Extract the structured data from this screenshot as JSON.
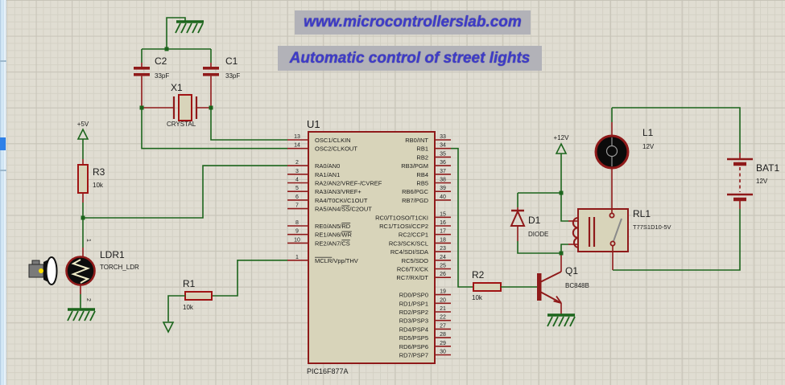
{
  "titles": {
    "site": "www.microcontrollerslab.com",
    "caption": "Automatic control of street lights"
  },
  "colors": {
    "wire_green": "#1c651c",
    "component_red": "#8f1a1a",
    "chip_fill": "#d8d4ba",
    "grid_bg": "#e0ddd2",
    "title_blue": "#3e3bc8",
    "title_bg": "#b2b2b8",
    "selection_blue": "#2f81e8"
  },
  "power_rails": {
    "v5": "+5V",
    "v12": "+12V"
  },
  "components": {
    "u1": {
      "ref": "U1",
      "part": "PIC16F877A",
      "left_pins": [
        {
          "n": "13",
          "label": "OSC1/CLKIN",
          "row": 0
        },
        {
          "n": "14",
          "label": "OSC2/CLKOUT",
          "row": 1
        },
        {
          "n": "2",
          "label": "RA0/AN0",
          "row": 3
        },
        {
          "n": "3",
          "label": "RA1/AN1",
          "row": 4
        },
        {
          "n": "4",
          "label": "RA2/AN2/VREF-/CVREF",
          "row": 5
        },
        {
          "n": "5",
          "label": "RA3/AN3/VREF+",
          "row": 6
        },
        {
          "n": "6",
          "label": "RA4/T0CKI/C1OUT",
          "row": 7
        },
        {
          "n": "7",
          "label": "RA5/AN4/~SS~/C2OUT",
          "row": 8
        },
        {
          "n": "8",
          "label": "RE0/AN5/~RD~",
          "row": 10
        },
        {
          "n": "9",
          "label": "RE1/AN6/~WR~",
          "row": 11
        },
        {
          "n": "10",
          "label": "RE2/AN7/~CS~",
          "row": 12
        },
        {
          "n": "1",
          "label": "~MCLR~/Vpp/THV",
          "row": 14
        }
      ],
      "right_pins": [
        {
          "n": "33",
          "label": "RB0/INT",
          "row": 0
        },
        {
          "n": "34",
          "label": "RB1",
          "row": 1
        },
        {
          "n": "35",
          "label": "RB2",
          "row": 2
        },
        {
          "n": "36",
          "label": "RB3/PGM",
          "row": 3
        },
        {
          "n": "37",
          "label": "RB4",
          "row": 4
        },
        {
          "n": "38",
          "label": "RB5",
          "row": 5
        },
        {
          "n": "39",
          "label": "RB6/PGC",
          "row": 6
        },
        {
          "n": "40",
          "label": "RB7/PGD",
          "row": 7
        },
        {
          "n": "15",
          "label": "RC0/T1OSO/T1CKI",
          "row": 9
        },
        {
          "n": "16",
          "label": "RC1/T1OSI/CCP2",
          "row": 10
        },
        {
          "n": "17",
          "label": "RC2/CCP1",
          "row": 11
        },
        {
          "n": "18",
          "label": "RC3/SCK/SCL",
          "row": 12
        },
        {
          "n": "23",
          "label": "RC4/SDI/SDA",
          "row": 13
        },
        {
          "n": "24",
          "label": "RC5/SDO",
          "row": 14
        },
        {
          "n": "25",
          "label": "RC6/TX/CK",
          "row": 15
        },
        {
          "n": "26",
          "label": "RC7/RX/DT",
          "row": 16
        },
        {
          "n": "19",
          "label": "RD0/PSP0",
          "row": 18
        },
        {
          "n": "20",
          "label": "RD1/PSP1",
          "row": 19
        },
        {
          "n": "21",
          "label": "RD2/PSP2",
          "row": 20
        },
        {
          "n": "22",
          "label": "RD3/PSP3",
          "row": 21
        },
        {
          "n": "27",
          "label": "RD4/PSP4",
          "row": 22
        },
        {
          "n": "28",
          "label": "RD5/PSP5",
          "row": 23
        },
        {
          "n": "29",
          "label": "RD6/PSP6",
          "row": 24
        },
        {
          "n": "30",
          "label": "RD7/PSP7",
          "row": 25
        }
      ]
    },
    "c1": {
      "ref": "C1",
      "value": "33pF"
    },
    "c2": {
      "ref": "C2",
      "value": "33pF"
    },
    "x1": {
      "ref": "X1",
      "value": "CRYSTAL"
    },
    "r1": {
      "ref": "R1",
      "value": "10k"
    },
    "r2": {
      "ref": "R2",
      "value": "10k"
    },
    "r3": {
      "ref": "R3",
      "value": "10k"
    },
    "ldr1": {
      "ref": "LDR1",
      "value": "TORCH_LDR",
      "pin1": "1",
      "pin2": "2"
    },
    "d1": {
      "ref": "D1",
      "value": "DIODE"
    },
    "q1": {
      "ref": "Q1",
      "value": "BC848B"
    },
    "rl1": {
      "ref": "RL1",
      "value": "T77S1D10-5V"
    },
    "l1": {
      "ref": "L1",
      "value": "12V"
    },
    "bat1": {
      "ref": "BAT1",
      "value": "12V"
    }
  }
}
